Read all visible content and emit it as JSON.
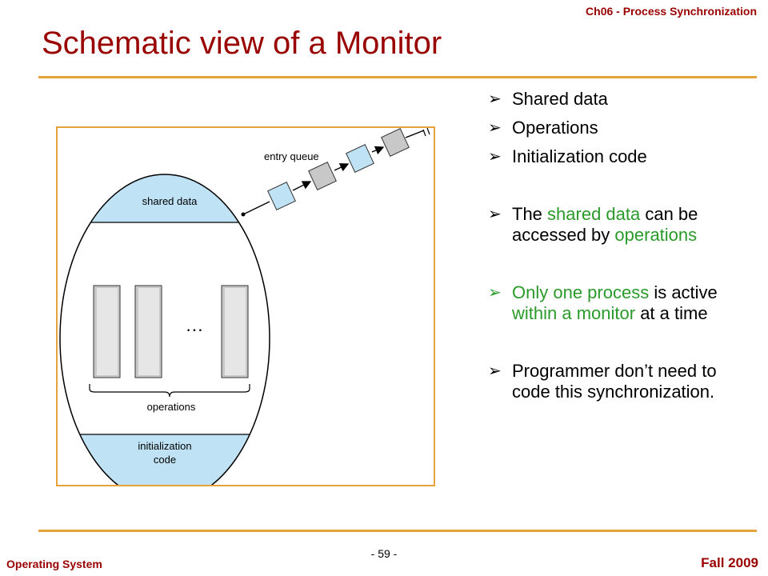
{
  "header": {
    "chapter": "Ch06 - Process Synchronization"
  },
  "title": "Schematic view of a Monitor",
  "diagram": {
    "entry_queue_label": "entry queue",
    "shared_data_label": "shared data",
    "operations_label": "operations",
    "ellipsis": "…",
    "init_label_line1": "initialization",
    "init_label_line2": "code"
  },
  "bullets": [
    {
      "text": "Shared data"
    },
    {
      "text": "Operations"
    },
    {
      "text": "Initialization code"
    },
    {
      "part1": "The ",
      "part2": "shared data",
      "part3": " can be accessed by ",
      "part4": "operations"
    },
    {
      "part1": "Only one process",
      "part2": " is active ",
      "part3": "within a monitor",
      "part4": " at a time"
    },
    {
      "text": "Programmer don’t need to code this synchronization."
    }
  ],
  "footer": {
    "left": "Operating System",
    "page": "- 59 -",
    "right": "Fall 2009"
  },
  "colors": {
    "title": "#990000",
    "accent_rule": "#e8a23a",
    "highlight_text": "#2a9a2a",
    "fill_blue": "#bfe3f5",
    "fill_gray": "#c8c8c8"
  }
}
